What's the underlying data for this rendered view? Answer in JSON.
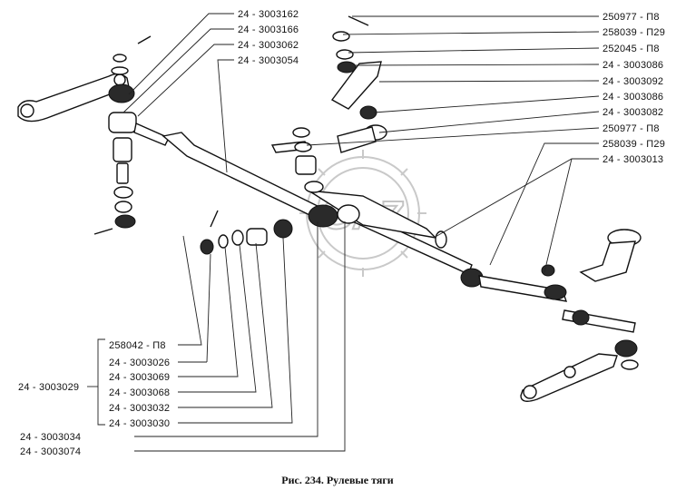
{
  "figure": {
    "caption": "Рис. 234. Рулевые тяги",
    "watermark": "GAZ"
  },
  "labels_top_left": [
    "24 - 3003162",
    "24 - 3003166",
    "24 - 3003062",
    "24 - 3003054"
  ],
  "labels_right": [
    "250977 - П8",
    "258039 - П29",
    "252045 - П8",
    "24 - 3003086",
    "24 - 3003092",
    "24 - 3003086",
    "24 - 3003082",
    "250977 - П8",
    "258039 - П29",
    "24 - 3003013"
  ],
  "labels_bottom_group": [
    "258042 - П8",
    "24 - 3003026",
    "24 - 3003069",
    "24 - 3003068",
    "24 - 3003032",
    "24 - 3003030"
  ],
  "label_group_assembly": "24 - 3003029",
  "labels_bottom_extra": [
    "24 - 3003034",
    "24 - 3003074"
  ]
}
